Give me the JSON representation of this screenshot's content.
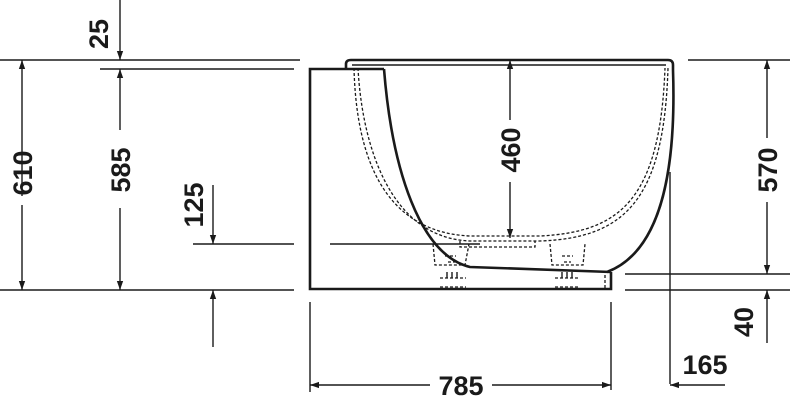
{
  "drawing": {
    "subject": "Freestanding bathtub side elevation with dimensions",
    "units": "mm",
    "colors": {
      "ink": "#1a1a1a",
      "background": "#ffffff"
    },
    "dimensions": {
      "rim_thickness": "25",
      "total_height": "610",
      "panel_height": "585",
      "floor_offset": "125",
      "inner_depth": "460",
      "right_height": "570",
      "foot_height": "40",
      "overall_width": "785",
      "overhang": "165"
    }
  }
}
